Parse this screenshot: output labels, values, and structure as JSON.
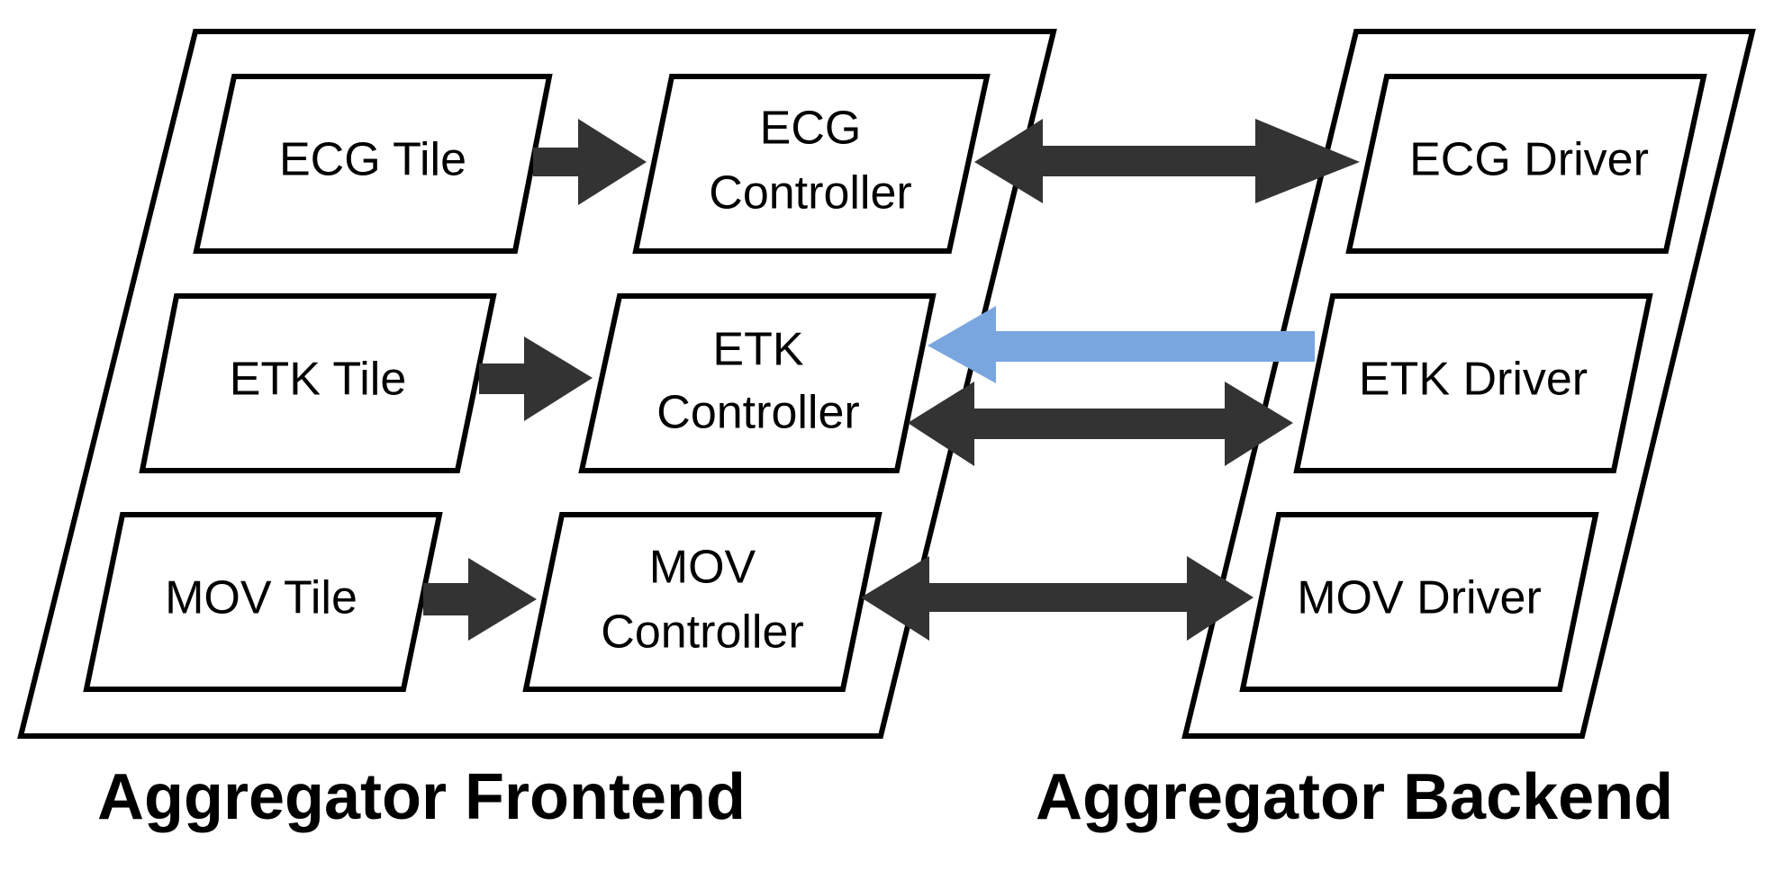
{
  "colors": {
    "outline": "#000000",
    "arrow_dark": "#333333",
    "arrow_blue": "#7aa6e0",
    "background": "#ffffff"
  },
  "frontend": {
    "caption": "Aggregator Frontend",
    "rows": [
      {
        "tile": "ECG Tile",
        "controller": [
          "ECG",
          "Controller"
        ]
      },
      {
        "tile": "ETK Tile",
        "controller": [
          "ETK",
          "Controller"
        ]
      },
      {
        "tile": "MOV Tile",
        "controller": [
          "MOV",
          "Controller"
        ]
      }
    ]
  },
  "backend": {
    "caption": "Aggregator Backend",
    "drivers": [
      "ECG Driver",
      "ETK Driver",
      "MOV Driver"
    ]
  }
}
